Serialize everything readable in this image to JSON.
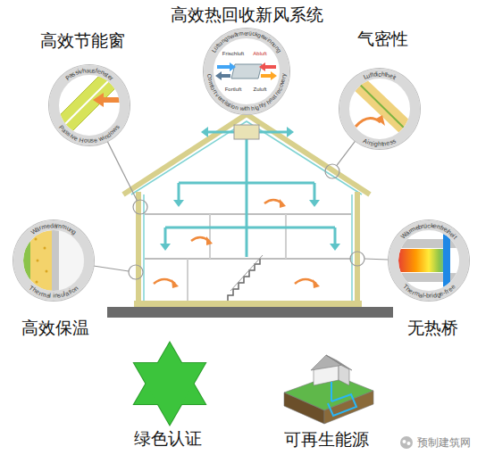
{
  "diagram": {
    "title": "高效热回收新风系统",
    "nodes": [
      {
        "text": [
          "Lüftungswärmerückgewinnung",
          "Frischluft",
          "Abluft",
          "Fortluft",
          "Zuluft",
          "Comfort ventilation with highly heat recovery"
        ]
      },
      {
        "text": [
          "Passivhausfenster",
          "Passive House windows",
          "高效节能窗"
        ]
      },
      {
        "text": [
          "Luftdichtheit",
          "Airtightness",
          "气密性"
        ]
      },
      {
        "text": [
          "Wärmedämmung",
          "Thermal insulation",
          "高效保温"
        ]
      },
      {
        "text": [
          "Wärmebrückenfreiheit",
          "Thermal-bridge-free",
          "无热桥"
        ]
      },
      {
        "text": [
          "绿色认证"
        ]
      },
      {
        "text": [
          "可再生能源"
        ]
      }
    ],
    "labels": [
      "预制建筑网"
    ]
  }
}
